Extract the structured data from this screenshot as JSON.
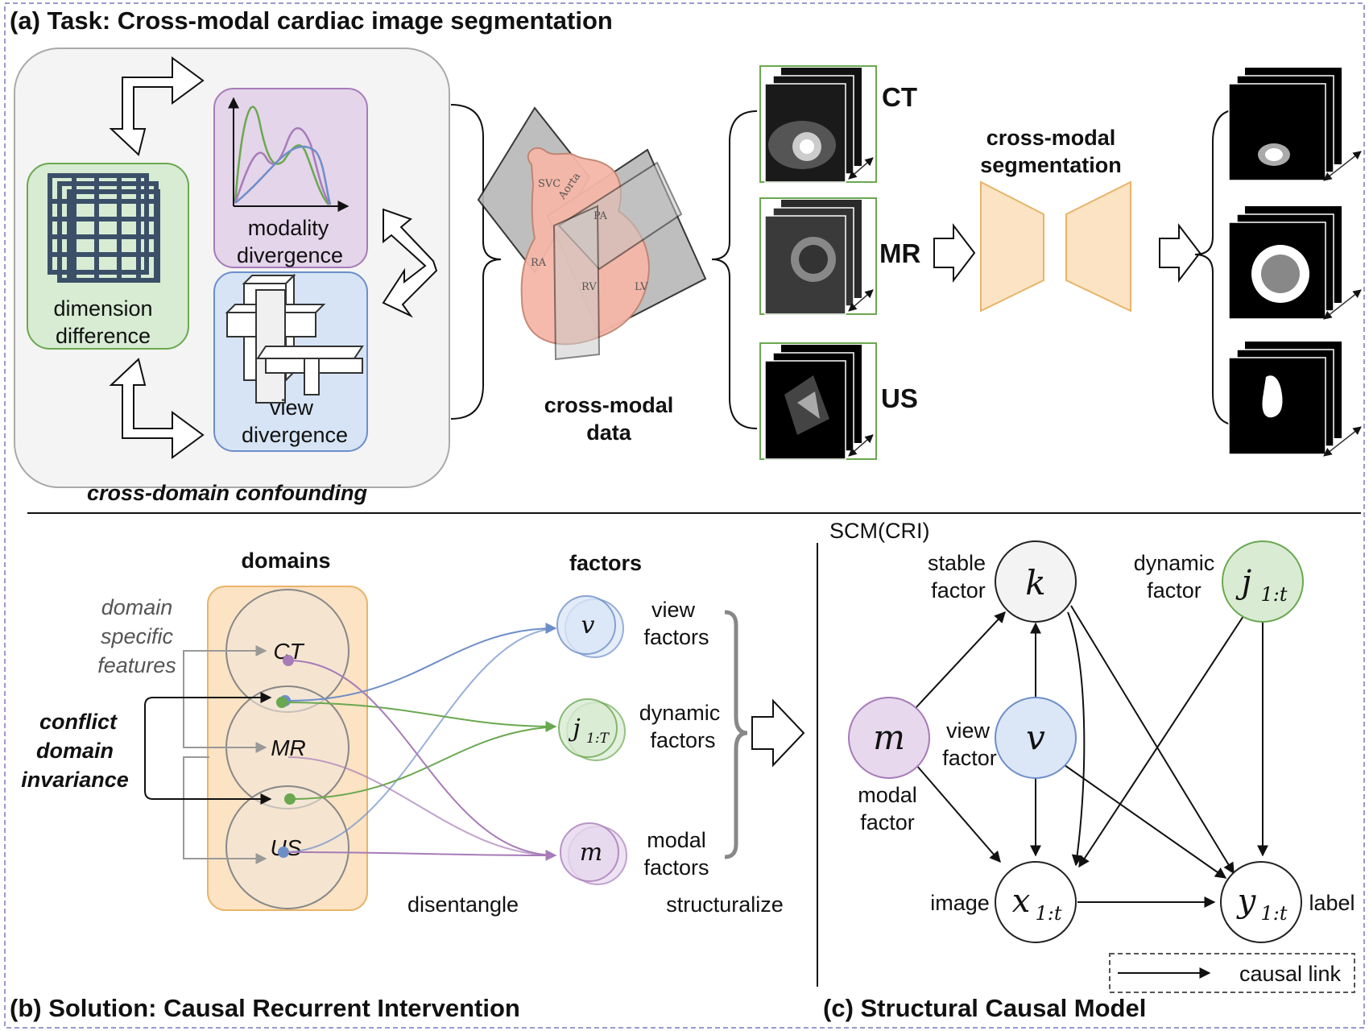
{
  "panel_a": {
    "title": "(a) Task: Cross-modal cardiac image segmentation",
    "dimension_difference": [
      "dimension",
      "difference"
    ],
    "modality_divergence": [
      "modality",
      "divergence"
    ],
    "view_divergence": [
      "view",
      "divergence"
    ],
    "confounding_caption": "cross-domain confounding",
    "heart_labels": [
      "SVC",
      "Aorta",
      "PA",
      "RA",
      "RV",
      "LV"
    ],
    "data_caption": [
      "cross-modal",
      "data"
    ],
    "modalities": [
      "CT",
      "MR",
      "US"
    ],
    "segmentation_caption": [
      "cross-modal",
      "segmentation"
    ]
  },
  "panel_b": {
    "title": "(b) Solution: Causal Recurrent Intervention",
    "domains_header": "domains",
    "factors_header": "factors",
    "domain_specific": [
      "domain",
      "specific",
      "features"
    ],
    "conflict": [
      "conflict",
      "domain",
      "invariance"
    ],
    "domain_names": [
      "CT",
      "MR",
      "US"
    ],
    "factor_symbols": [
      "v",
      "j",
      "m"
    ],
    "j_subscript": "1:T",
    "factor_labels": [
      [
        "view",
        "factors"
      ],
      [
        "dynamic",
        "factors"
      ],
      [
        "modal",
        "factors"
      ]
    ],
    "disentangle": "disentangle",
    "structuralize": "structuralize"
  },
  "panel_c": {
    "title": "(c) Structural Causal Model",
    "scm_label": "SCM(CRI)",
    "nodes": {
      "k": {
        "symbol": "k",
        "label": [
          "stable",
          "factor"
        ]
      },
      "j": {
        "symbol": "j",
        "sub": "1:t",
        "label": [
          "dynamic",
          "factor"
        ]
      },
      "m": {
        "symbol": "m",
        "label": [
          "modal",
          "factor"
        ]
      },
      "v": {
        "symbol": "v",
        "label": [
          "view",
          "factor"
        ]
      },
      "x": {
        "symbol": "x",
        "sub": "1:t",
        "label": "image"
      },
      "y": {
        "symbol": "y",
        "sub": "1:t",
        "label": "label"
      }
    },
    "legend": "causal link"
  },
  "colors": {
    "purple": "#a77bb8",
    "green": "#6aa84f",
    "blue": "#6d8ec9",
    "orange_fill": "#fbe3c3",
    "orange_stroke": "#e8b46a",
    "heart": "#f6b7a8",
    "frame": "#9a9ad0"
  }
}
